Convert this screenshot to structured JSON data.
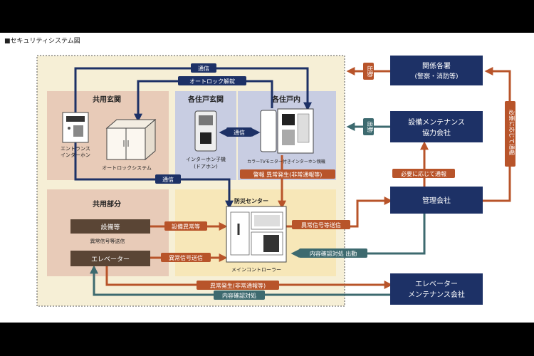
{
  "page_title": "■セキュリティシステム図",
  "areas": {
    "shared_entrance": "共用玄関",
    "unit_entrance": "各住戸玄関",
    "unit_interior": "各住戸内",
    "common_area": "共用部分",
    "disaster_center": "防災センター"
  },
  "devices": {
    "entrance_intercom": [
      "エントランス",
      "インターホン"
    ],
    "autolock_system": "オートロックシステム",
    "intercom_handset": [
      "インターホン子機",
      "(ドアホン)"
    ],
    "tv_intercom": "カラーTVモニター付きインターホン親機",
    "main_controller": "メインコントローラー",
    "equipment": "設備等",
    "equipment_sub": "異常信号等送信",
    "elevator": "エレベーター"
  },
  "organizations": {
    "authorities": [
      "関係各署",
      "(警察・消防等)"
    ],
    "maintenance": [
      "設備メンテナンス",
      "協力会社"
    ],
    "management": "管理会社",
    "elevator_maintenance": [
      "エレベーター",
      "メンテナンス会社"
    ]
  },
  "flow_labels": {
    "comm_top": "通信",
    "autolock_release": "オートロック解錠",
    "comm_mid": "通信",
    "comm_bottom": "通信",
    "alarm": "警報 異常発生(非常通報等)",
    "equip_abnormal": "設備異常等",
    "abnormal_signal_send": "異常信号送信",
    "abnormal_signal_etc": "異常信号等送信",
    "confirm_dispatch": "内容確認対処 出動",
    "notify_if_needed": "必要に応じて通報",
    "notify_if_needed_vertical": "必要に応じて通報",
    "dispatch_1": "出動",
    "dispatch_2": "出動",
    "emergency_bottom": "異常発生(非常通報等)",
    "confirm_bottom": "内容確認対処"
  },
  "colors": {
    "navy": "#1d3166",
    "teal": "#3d6a6f",
    "orange": "#b8542a",
    "brown": "#5a4535",
    "area_pink": "#e8cbb8",
    "area_blue": "#c8cde2",
    "area_yellow": "#f7e7b8",
    "area_cream": "#f6efd6"
  }
}
